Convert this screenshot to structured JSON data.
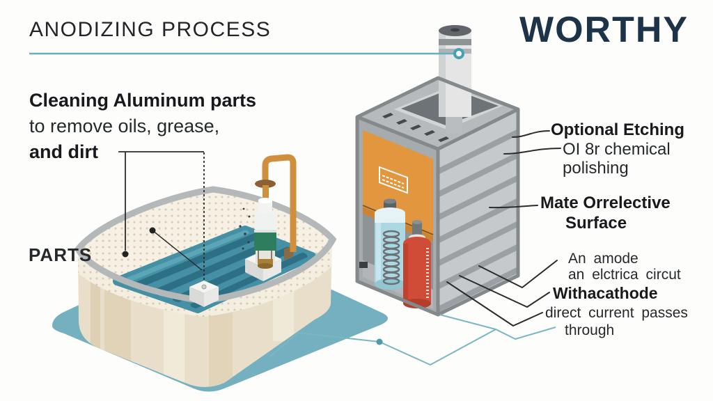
{
  "header": {
    "title": "ANODIZING PROCESS",
    "brand": "WORTHY"
  },
  "note": {
    "line1": "Cleaning Aluminum parts",
    "line2": "to remove oils, grease,",
    "line3": "and dirt"
  },
  "tank": {
    "parts_label": "PARTS"
  },
  "callouts": {
    "etching": {
      "line1": "Optional Etching"
    },
    "polishing": {
      "line1": "OI 8r chemical",
      "line2": "polishing"
    },
    "surface": {
      "line1": "Mate Orrelective",
      "line2": "Surface"
    },
    "anode": {
      "line1": "An amode",
      "line2": "an elctrica circut"
    },
    "cathode": {
      "line1": "Withacathode"
    },
    "current": {
      "line1": "direct current passes",
      "line2": "through"
    }
  },
  "colors": {
    "accent_teal": "#5fa8b8",
    "brand_navy": "#1d3348",
    "machine_orange": "#e2973e",
    "liquid_teal": "#4590a4",
    "platform_teal": "#74b0c0"
  }
}
